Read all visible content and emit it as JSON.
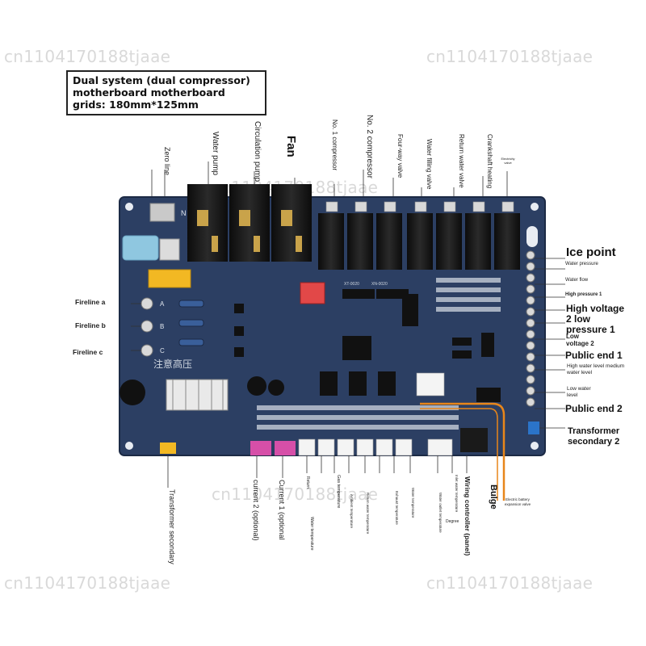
{
  "watermarks": [
    "cn1104170188tjaae",
    "cn1104170188tjaae",
    "cn1104170188tjaae",
    "cn1104170188tjaae",
    "cn1104170188tjaae",
    "cn1104170188tjaae"
  ],
  "title": {
    "line1": "Dual system (dual compressor)",
    "line2": "motherboard motherboard",
    "line3": "grids: 180mm*125mm"
  },
  "top_labels": {
    "zero_line": "Zero line",
    "water_pump": "Water pump",
    "circulation_pump": "Circulation pump",
    "fan": "Fan",
    "no1_compressor": "No. 1 compressor",
    "no2_compressor": "No. 2 compressor",
    "four_way_valve": "Four-way valve",
    "water_filling_valve": "Water filling valve",
    "return_water_valve": "Return water valve",
    "crankshaft_heating": "Crankshaft heating",
    "electricity": "Electricity valve"
  },
  "left_labels": {
    "fireline_a": "Fireline a",
    "fireline_b": "Fireline b",
    "fireline_c": "Fireline c"
  },
  "right_labels": {
    "ice_point": "Ice point",
    "water_pressure": "Water pressure",
    "water_flow": "Water flow",
    "high_pressure_1": "High pressure 1",
    "high_voltage_2": "High voltage 2 low",
    "pressure_1": "pressure 1",
    "low_voltage_2": "Low voltage 2",
    "public_end_1": "Public end 1",
    "water_level": "High water level medium water level",
    "low_water_level": "Low water level",
    "public_end_2": "Public end 2",
    "transformer_secondary_2": "Transformer secondary 2"
  },
  "bottom_labels": {
    "transformer_secondary": "Transformer secondary",
    "current_2": "current 2 (optional)",
    "current_1": "Current 1 (optional",
    "water_temp": "Water temperature",
    "return_temp": "Return",
    "gas_temp": "Gas temperature",
    "ambient_temp": "Ambient temperature",
    "return_water_temp": "Return water temperature",
    "exhaust_temp": "Exhaust temperature",
    "inlet_temp": "Water temperature",
    "wiring_controller": "Wiring controller (panel)",
    "bulge": "Bulge",
    "electric_valve": "Electric battery expansion valve",
    "degree": "Degree",
    "misc_1": "Water outlet temperature",
    "misc_2": "Inlet water temperature"
  },
  "board": {
    "warning_text": "注意高压",
    "neutral_mark": "N",
    "chip_1": "XT-0020",
    "chip_2": "XN-0020",
    "phase_a": "A",
    "phase_b": "B",
    "phase_c": "C"
  },
  "colors": {
    "board": "#2c3f63",
    "relay": "#161616",
    "pink_connector": "#d64fa8",
    "yellow_connector": "#f2b823",
    "orange_wire": "#e8861a",
    "fuse": "#8fc7e0"
  }
}
